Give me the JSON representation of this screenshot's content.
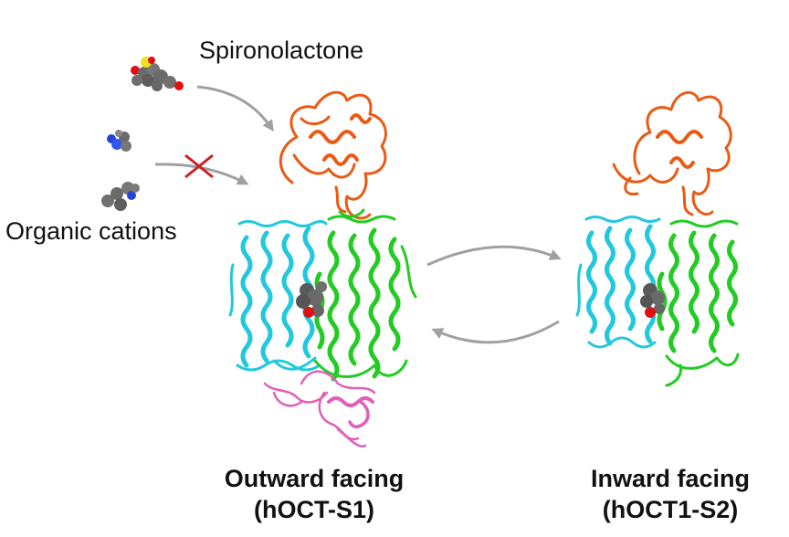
{
  "labels": {
    "spironolactone": "Spironolactone",
    "organic_cations": "Organic cations"
  },
  "states": [
    {
      "title": "Outward facing",
      "subtitle": "(hOCT-S1)"
    },
    {
      "title": "Inward facing",
      "subtitle": "(hOCT1-S2)"
    }
  ],
  "colors": {
    "extracellular_domain": "#ea5a14",
    "n_domain": "#22c8dc",
    "c_domain": "#22cc22",
    "intracellular_loop": "#e060b8",
    "ligand_carbon": "#5a5a5a",
    "oxygen": "#e01010",
    "nitrogen": "#2244dd",
    "sulfur": "#f0e020",
    "arrow": "#a0a0a0",
    "block_cross": "#cc2222"
  },
  "icons": [
    "curved-arrow-icon",
    "block-cross-icon",
    "exchange-arrows-icon"
  ]
}
